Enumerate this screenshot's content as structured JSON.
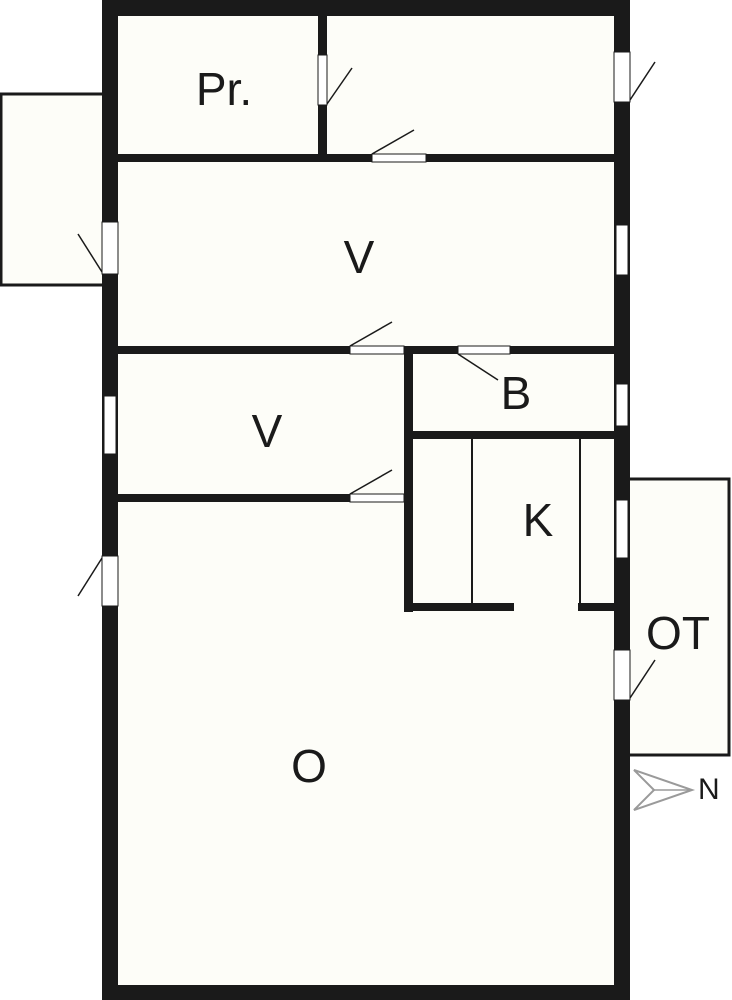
{
  "colors": {
    "floor": "#fdfdf8",
    "wall": "#1a1a1a",
    "opening": "#ffffff",
    "compass": "#9a9a9a"
  },
  "rooms": {
    "porch": "Pr.",
    "room_upper": "V",
    "room_middle": "V",
    "bathroom": "B",
    "kitchen": "K",
    "living": "O",
    "terrace": "OT"
  },
  "compass": {
    "label": "N",
    "icon": "north-arrow-icon"
  }
}
